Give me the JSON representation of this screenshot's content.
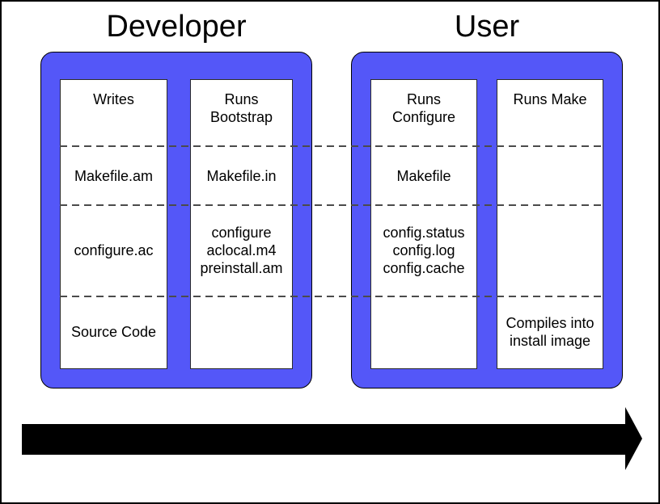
{
  "titles": {
    "developer": "Developer",
    "user": "User"
  },
  "columns": [
    {
      "id": "developer-writes",
      "rows": [
        "Writes",
        "Makefile.am",
        "configure.ac",
        "Source Code"
      ]
    },
    {
      "id": "developer-bootstrap",
      "rows": [
        "Runs\nBootstrap",
        "Makefile.in",
        "configure\naclocal.m4\npreinstall.am",
        ""
      ]
    },
    {
      "id": "user-configure",
      "rows": [
        "Runs\nConfigure",
        "Makefile",
        "config.status\nconfig.log\nconfig.cache",
        ""
      ]
    },
    {
      "id": "user-make",
      "rows": [
        "Runs Make",
        "",
        "",
        "Compiles into\ninstall image"
      ]
    }
  ],
  "colors": {
    "container_blue": "#5457f8",
    "dashed_line": "#4b4b4b",
    "arrow": "#000000",
    "frame_border": "#000000"
  }
}
